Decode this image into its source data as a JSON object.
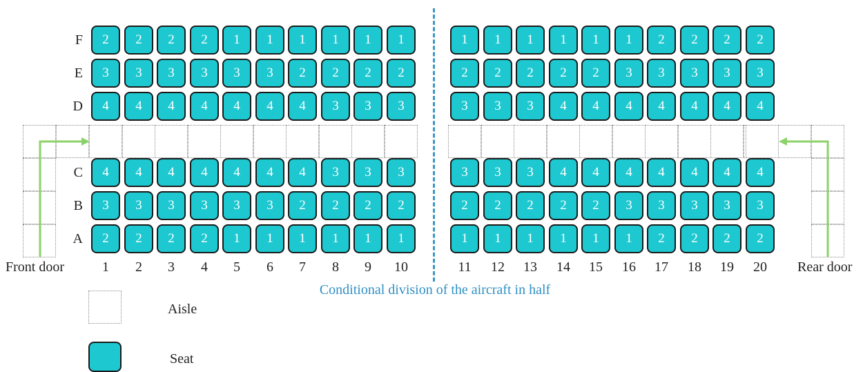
{
  "colors": {
    "seat_fill": "#1ec8d0",
    "aisle_border": "#8a8a8a",
    "divider": "#3a96c4",
    "arrow": "#8cd16a"
  },
  "rows": [
    "F",
    "E",
    "D",
    "C",
    "B",
    "A"
  ],
  "columns": [
    "1",
    "2",
    "3",
    "4",
    "5",
    "6",
    "7",
    "8",
    "9",
    "10",
    "11",
    "12",
    "13",
    "14",
    "15",
    "16",
    "17",
    "18",
    "19",
    "20"
  ],
  "seats": {
    "F": [
      "2",
      "2",
      "2",
      "2",
      "1",
      "1",
      "1",
      "1",
      "1",
      "1",
      "1",
      "1",
      "1",
      "1",
      "1",
      "1",
      "2",
      "2",
      "2",
      "2"
    ],
    "E": [
      "3",
      "3",
      "3",
      "3",
      "3",
      "3",
      "2",
      "2",
      "2",
      "2",
      "2",
      "2",
      "2",
      "2",
      "2",
      "3",
      "3",
      "3",
      "3",
      "3"
    ],
    "D": [
      "4",
      "4",
      "4",
      "4",
      "4",
      "4",
      "4",
      "3",
      "3",
      "3",
      "3",
      "3",
      "3",
      "4",
      "4",
      "4",
      "4",
      "4",
      "4",
      "4"
    ],
    "C": [
      "4",
      "4",
      "4",
      "4",
      "4",
      "4",
      "4",
      "3",
      "3",
      "3",
      "3",
      "3",
      "3",
      "4",
      "4",
      "4",
      "4",
      "4",
      "4",
      "4"
    ],
    "B": [
      "3",
      "3",
      "3",
      "3",
      "3",
      "3",
      "2",
      "2",
      "2",
      "2",
      "2",
      "2",
      "2",
      "2",
      "2",
      "3",
      "3",
      "3",
      "3",
      "3"
    ],
    "A": [
      "2",
      "2",
      "2",
      "2",
      "1",
      "1",
      "1",
      "1",
      "1",
      "1",
      "1",
      "1",
      "1",
      "1",
      "1",
      "1",
      "2",
      "2",
      "2",
      "2"
    ]
  },
  "doors": {
    "front": "Front door",
    "rear": "Rear door"
  },
  "divider_caption": "Conditional division of the aircraft in half",
  "legend": {
    "aisle": "Aisle",
    "seat": "Seat"
  }
}
